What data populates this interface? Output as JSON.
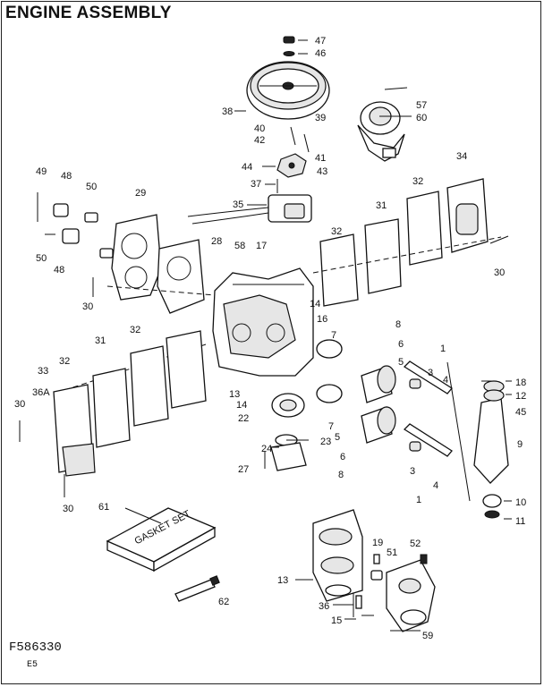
{
  "title": "ENGINE ASSEMBLY",
  "figure_number": "F586330",
  "figure_sub": "E5",
  "gasket_set_text": "GASKET SET",
  "labels": [
    {
      "id": "47",
      "text": "47"
    },
    {
      "id": "46",
      "text": "46"
    },
    {
      "id": "38",
      "text": "38"
    },
    {
      "id": "57",
      "text": "57"
    },
    {
      "id": "60",
      "text": "60"
    },
    {
      "id": "39",
      "text": "39"
    },
    {
      "id": "40",
      "text": "40"
    },
    {
      "id": "42",
      "text": "42"
    },
    {
      "id": "41",
      "text": "41"
    },
    {
      "id": "43",
      "text": "43"
    },
    {
      "id": "44",
      "text": "44"
    },
    {
      "id": "34",
      "text": "34"
    },
    {
      "id": "49",
      "text": "49"
    },
    {
      "id": "48a",
      "text": "48"
    },
    {
      "id": "50a",
      "text": "50"
    },
    {
      "id": "29",
      "text": "29"
    },
    {
      "id": "37",
      "text": "37"
    },
    {
      "id": "32a",
      "text": "32"
    },
    {
      "id": "35",
      "text": "35"
    },
    {
      "id": "31a",
      "text": "31"
    },
    {
      "id": "28",
      "text": "28"
    },
    {
      "id": "32b",
      "text": "32"
    },
    {
      "id": "50b",
      "text": "50"
    },
    {
      "id": "48b",
      "text": "48"
    },
    {
      "id": "58",
      "text": "58"
    },
    {
      "id": "17",
      "text": "17"
    },
    {
      "id": "30a",
      "text": "30"
    },
    {
      "id": "30b",
      "text": "30"
    },
    {
      "id": "14a",
      "text": "14"
    },
    {
      "id": "16",
      "text": "16"
    },
    {
      "id": "8a",
      "text": "8"
    },
    {
      "id": "32c",
      "text": "32"
    },
    {
      "id": "31b",
      "text": "31"
    },
    {
      "id": "7a",
      "text": "7"
    },
    {
      "id": "6a",
      "text": "6"
    },
    {
      "id": "5a",
      "text": "5"
    },
    {
      "id": "1a",
      "text": "1"
    },
    {
      "id": "32d",
      "text": "32"
    },
    {
      "id": "33",
      "text": "33"
    },
    {
      "id": "3a",
      "text": "3"
    },
    {
      "id": "4a",
      "text": "4"
    },
    {
      "id": "36A",
      "text": "36A"
    },
    {
      "id": "18",
      "text": "18"
    },
    {
      "id": "12",
      "text": "12"
    },
    {
      "id": "13a",
      "text": "13"
    },
    {
      "id": "14b",
      "text": "14"
    },
    {
      "id": "45",
      "text": "45"
    },
    {
      "id": "30c",
      "text": "30"
    },
    {
      "id": "22",
      "text": "22"
    },
    {
      "id": "7b",
      "text": "7"
    },
    {
      "id": "5b",
      "text": "5"
    },
    {
      "id": "9",
      "text": "9"
    },
    {
      "id": "24",
      "text": "24"
    },
    {
      "id": "23",
      "text": "23"
    },
    {
      "id": "6b",
      "text": "6"
    },
    {
      "id": "27",
      "text": "27"
    },
    {
      "id": "8b",
      "text": "8"
    },
    {
      "id": "3b",
      "text": "3"
    },
    {
      "id": "4b",
      "text": "4"
    },
    {
      "id": "30d",
      "text": "30"
    },
    {
      "id": "1b",
      "text": "1"
    },
    {
      "id": "10",
      "text": "10"
    },
    {
      "id": "11",
      "text": "11"
    },
    {
      "id": "61",
      "text": "61"
    },
    {
      "id": "19",
      "text": "19"
    },
    {
      "id": "51",
      "text": "51"
    },
    {
      "id": "52",
      "text": "52"
    },
    {
      "id": "13b",
      "text": "13"
    },
    {
      "id": "62",
      "text": "62"
    },
    {
      "id": "36",
      "text": "36"
    },
    {
      "id": "15",
      "text": "15"
    },
    {
      "id": "59",
      "text": "59"
    }
  ]
}
